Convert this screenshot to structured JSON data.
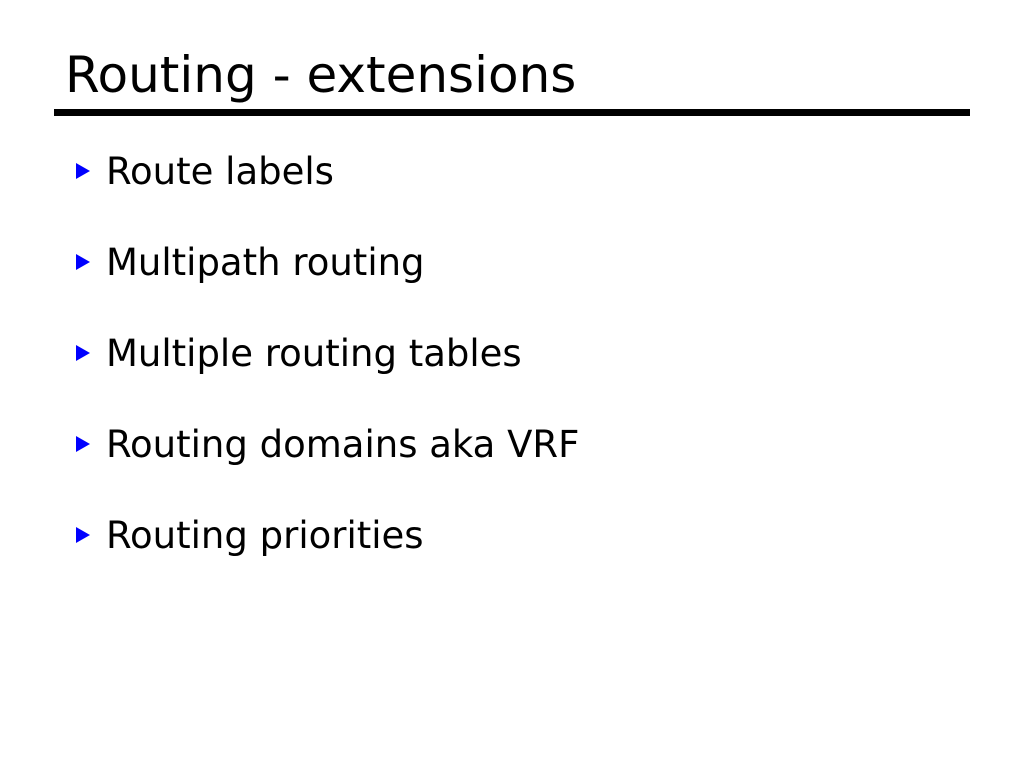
{
  "slide": {
    "title": "Routing - extensions",
    "background_color": "#ffffff",
    "text_color": "#000000",
    "rule_color": "#000000",
    "bullet_color": "#0000ff",
    "bullet_icon": "triangle-right-icon",
    "bullets": [
      {
        "label": "Route labels"
      },
      {
        "label": "Multipath routing"
      },
      {
        "label": "Multiple routing tables"
      },
      {
        "label": "Routing domains aka VRF"
      },
      {
        "label": "Routing priorities"
      }
    ]
  }
}
